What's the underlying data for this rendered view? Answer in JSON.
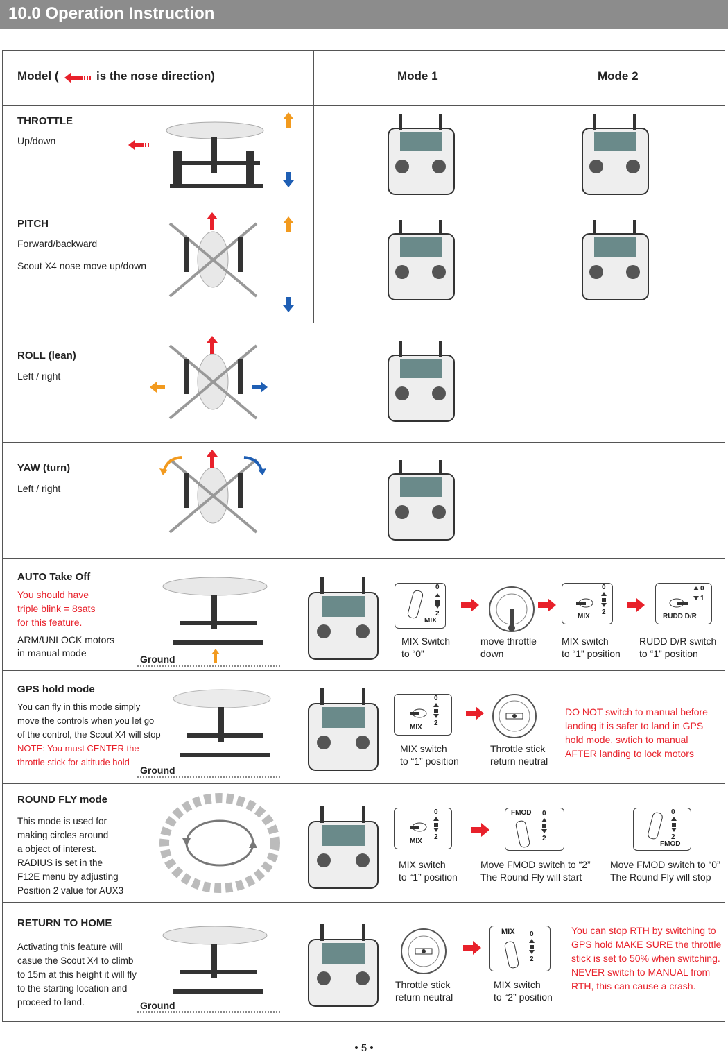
{
  "header": {
    "title": "10.0 Operation Instruction"
  },
  "columns": {
    "model_prefix": "Model (",
    "model_suffix": "is the nose direction)",
    "mode1": "Mode 1",
    "mode2": "Mode 2"
  },
  "throttle": {
    "title": "THROTTLE",
    "desc": "Up/down"
  },
  "pitch": {
    "title": "PITCH",
    "desc1": "Forward/backward",
    "desc2": "Scout X4 nose move up/down"
  },
  "roll": {
    "title": "ROLL (lean)",
    "desc": "Left / right"
  },
  "yaw": {
    "title": "YAW (turn)",
    "desc": "Left / right"
  },
  "auto": {
    "title": "AUTO Take Off",
    "warn": [
      "You should have",
      "triple blink = 8sats",
      "for this feature."
    ],
    "desc": [
      "ARM/UNLOCK motors",
      "in manual mode"
    ],
    "ground": "Ground",
    "steps": [
      [
        "MIX Switch",
        "to “0”"
      ],
      [
        "move throttle",
        "down"
      ],
      [
        "MIX switch",
        "to “1” position"
      ],
      [
        "RUDD D/R switch",
        "to “1” position"
      ]
    ],
    "labels": {
      "mix": "MIX",
      "rudd": "RUDD D/R",
      "p0": "0",
      "p1": "1",
      "p2": "2"
    }
  },
  "gps": {
    "title": "GPS hold mode",
    "desc": [
      "You can fly in this mode simply",
      "move the controls when you let go",
      "of the control, the Scout X4 will stop"
    ],
    "warn": [
      "NOTE: You must CENTER the",
      "throttle stick for altitude hold"
    ],
    "ground": "Ground",
    "steps": [
      [
        "MIX switch",
        "to “1” position"
      ],
      [
        "Throttle stick",
        "return neutral"
      ]
    ],
    "note": [
      "DO NOT switch to manual before",
      "landing it is safer to land in GPS",
      "hold mode. swtich to manual",
      "AFTER landing to lock motors"
    ]
  },
  "round": {
    "title": "ROUND FLY mode",
    "desc": [
      "This mode is used for",
      "making circles around",
      "a object of interest.",
      "RADIUS is set in the",
      "F12E menu by adjusting",
      "Position 2 value for AUX3"
    ],
    "steps": [
      [
        "MIX switch",
        "to “1” position"
      ],
      [
        "Move FMOD switch to “2”",
        "The Round Fly will start"
      ],
      [
        "Move FMOD switch to “0”",
        "The Round Fly will stop"
      ]
    ],
    "fmod": "FMOD"
  },
  "rth": {
    "title": "RETURN TO HOME",
    "desc": [
      "Activating this feature will",
      "casue the Scout X4 to climb",
      "to 15m at this height it will fly",
      "to the starting location and",
      "proceed to land."
    ],
    "ground": "Ground",
    "steps": [
      [
        "Throttle stick",
        "return neutral"
      ],
      [
        "MIX switch",
        "to “2” position"
      ]
    ],
    "note": [
      "You can stop RTH by switching to",
      "GPS hold MAKE SURE the throttle",
      "stick is set to 50% when switching.",
      "NEVER switch to MANUAL from",
      "RTH, this can cause a crash."
    ]
  },
  "footer": {
    "page": "•  5  •"
  },
  "colors": {
    "red": "#e8212b",
    "orange": "#f29a1e",
    "blue": "#1f5fb4",
    "header": "#8c8c8c"
  }
}
